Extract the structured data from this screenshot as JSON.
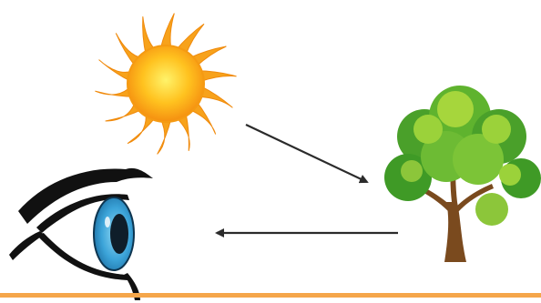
{
  "diagram": {
    "nodes": [
      {
        "id": "sun",
        "icon": "sun-icon"
      },
      {
        "id": "tree",
        "icon": "tree-icon"
      },
      {
        "id": "eye",
        "icon": "eye-icon"
      }
    ],
    "edges": [
      {
        "from": "sun",
        "to": "tree"
      },
      {
        "from": "tree",
        "to": "eye"
      }
    ]
  },
  "colors": {
    "sun_outer": "#f7a21b",
    "sun_inner": "#ffe94a",
    "arrow": "#2b2b2b",
    "foliage_dark": "#3f9a26",
    "foliage_light": "#9bd23a",
    "trunk": "#7a4a1e",
    "iris": "#3ba3d8",
    "pupil": "#0f1e2a",
    "eye_outline": "#111111",
    "accent_bar": "#f5a64a"
  }
}
